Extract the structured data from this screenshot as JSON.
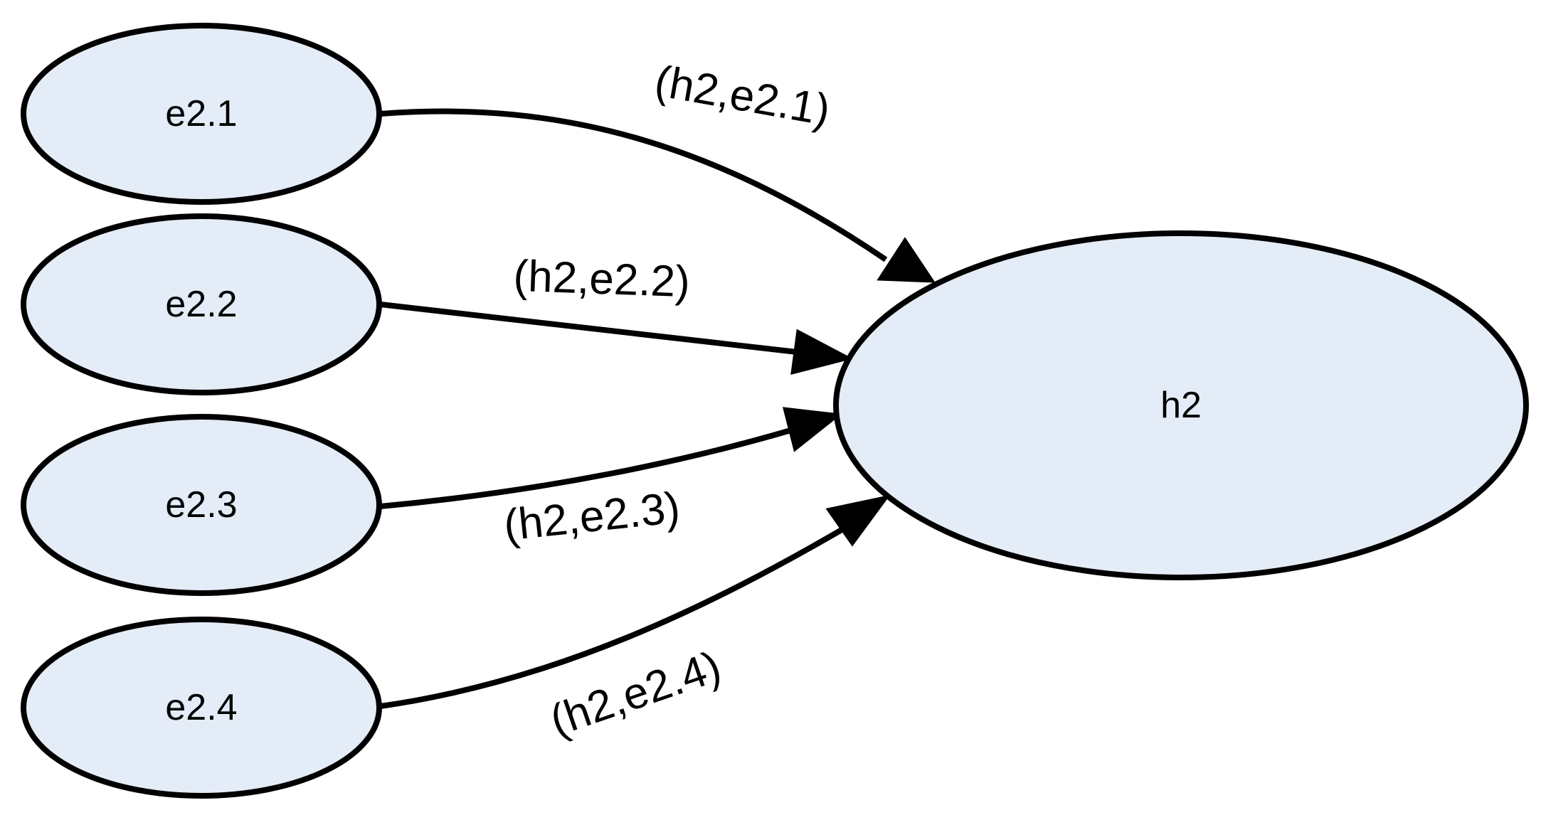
{
  "diagram": {
    "colors": {
      "node_fill": "#e4ecf7",
      "stroke": "#000000",
      "background": "#ffffff"
    },
    "nodes": {
      "e2_1": {
        "label": "e2.1"
      },
      "e2_2": {
        "label": "e2.2"
      },
      "e2_3": {
        "label": "e2.3"
      },
      "e2_4": {
        "label": "e2.4"
      },
      "h2": {
        "label": "h2"
      }
    },
    "edges": [
      {
        "from": "e2.1",
        "to": "h2",
        "label": "(h2,e2.1)"
      },
      {
        "from": "e2.2",
        "to": "h2",
        "label": "(h2,e2.2)"
      },
      {
        "from": "e2.3",
        "to": "h2",
        "label": "(h2,e2.3)"
      },
      {
        "from": "e2.4",
        "to": "h2",
        "label": "(h2,e2.4)"
      }
    ]
  }
}
